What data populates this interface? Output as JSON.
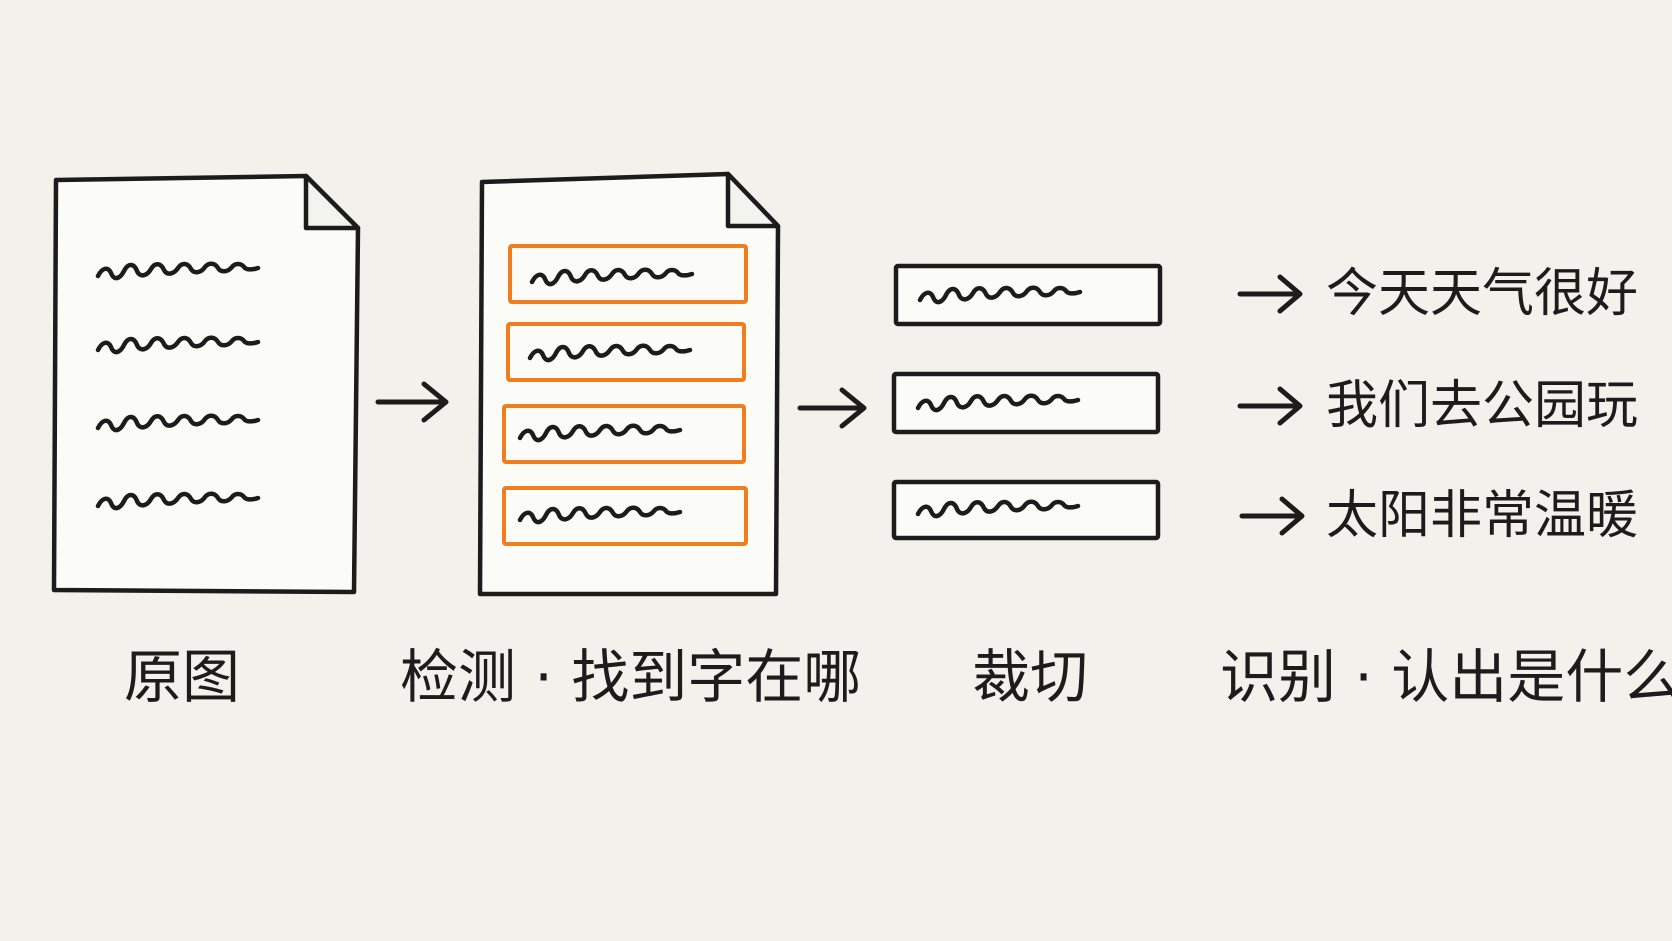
{
  "steps": [
    {
      "label": "原图"
    },
    {
      "label": "检测 · 找到字在哪"
    },
    {
      "label": "裁切"
    },
    {
      "label": "识别 · 认出是什么字"
    }
  ],
  "recognized_lines": [
    "今天天气很好",
    "我们去公园玩",
    "太阳非常温暖"
  ],
  "colors": {
    "background": "#f2f1ec",
    "ink": "#1c1c1c",
    "detection_box": "#f07d1e"
  }
}
